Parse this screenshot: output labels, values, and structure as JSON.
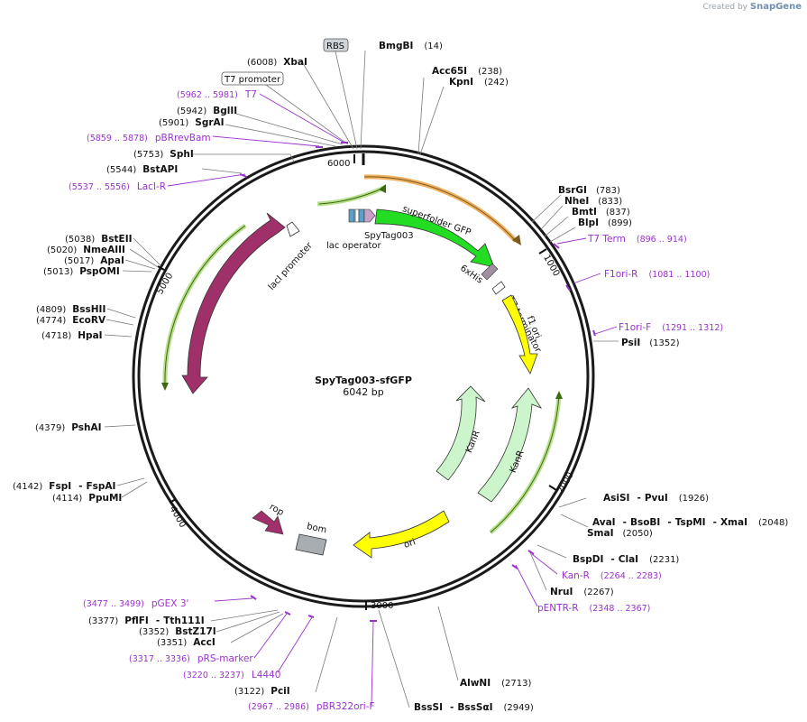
{
  "brand": {
    "created_by": "Created by",
    "app": "SnapGene"
  },
  "plasmid": {
    "name": "SpyTag003-sfGFP",
    "size_label": "6042 bp"
  },
  "ticks": [
    "1000",
    "2000",
    "3000",
    "4000",
    "5000",
    "6000"
  ],
  "boxed_labels": {
    "rbs": "RBS",
    "t7_promoter": "T7 promoter"
  },
  "sites_left": [
    {
      "pos": "(6008)",
      "name": "XbaI"
    },
    {
      "pos": "(5942)",
      "name": "BglII"
    },
    {
      "pos": "(5901)",
      "name": "SgrAI"
    },
    {
      "pos": "(5753)",
      "name": "SphI"
    },
    {
      "pos": "(5544)",
      "name": "BstAPI"
    },
    {
      "pos": "(5038)",
      "name": "BstEII"
    },
    {
      "pos": "(5020)",
      "name": "NmeAIII"
    },
    {
      "pos": "(5017)",
      "name": "ApaI"
    },
    {
      "pos": "(5013)",
      "name": "PspOMI"
    },
    {
      "pos": "(4809)",
      "name": "BssHII"
    },
    {
      "pos": "(4774)",
      "name": "EcoRV"
    },
    {
      "pos": "(4718)",
      "name": "HpaI"
    },
    {
      "pos": "(4379)",
      "name": "PshAI"
    },
    {
      "pos": "(4114)",
      "name": "PpuMI"
    },
    {
      "pos": "(3352)",
      "name": "BstZ17I"
    },
    {
      "pos": "(3351)",
      "name": "AccI"
    },
    {
      "pos": "(3122)",
      "name": "PciI"
    }
  ],
  "fsp_line": {
    "pos": "(4142)",
    "a": "FspI",
    "sep": "-",
    "b": "FspAI"
  },
  "pfl_line": {
    "pos": "(3377)",
    "a": "PflFI",
    "sep": "-",
    "b": "Tth111I"
  },
  "primers_left": [
    {
      "pos": "(5962 .. 5981)",
      "name": "T7"
    },
    {
      "pos": "(5859 .. 5878)",
      "name": "pBRrevBam"
    },
    {
      "pos": "(5537 .. 5556)",
      "name": "LacI-R"
    },
    {
      "pos": "(3477 .. 3499)",
      "name": "pGEX 3'"
    },
    {
      "pos": "(3317 .. 3336)",
      "name": "pRS-marker"
    },
    {
      "pos": "(3220 .. 3237)",
      "name": "L4440"
    },
    {
      "pos": "(2967 .. 2986)",
      "name": "pBR322ori-F"
    }
  ],
  "sites_right": [
    {
      "name": "BmgBI",
      "pos": "(14)"
    },
    {
      "name": "Acc65I",
      "pos": "(238)"
    },
    {
      "name": "KpnI",
      "pos": "(242)"
    },
    {
      "name": "BsrGI",
      "pos": "(783)"
    },
    {
      "name": "NheI",
      "pos": "(833)"
    },
    {
      "name": "BmtI",
      "pos": "(837)"
    },
    {
      "name": "BlpI",
      "pos": "(899)"
    },
    {
      "name": "PsiI",
      "pos": "(1352)"
    },
    {
      "name": "SmaI",
      "pos": "(2050)"
    },
    {
      "name": "NruI",
      "pos": "(2267)"
    },
    {
      "name": "AlwNI",
      "pos": "(2713)"
    }
  ],
  "primers_right": [
    {
      "name": "T7 Term",
      "pos": "(896 .. 914)"
    },
    {
      "name": "F1ori-R",
      "pos": "(1081 .. 1100)"
    },
    {
      "name": "F1ori-F",
      "pos": "(1291 .. 1312)"
    },
    {
      "name": "Kan-R",
      "pos": "(2264 .. 2283)"
    },
    {
      "name": "pENTR-R",
      "pos": "(2348 .. 2367)"
    }
  ],
  "asi_line": {
    "a": "AsiSI",
    "sep": "-",
    "b": "PvuI",
    "pos": "(1926)"
  },
  "ava_line": {
    "a": "AvaI",
    "sep1": "-",
    "b": "BsoBI",
    "sep2": "-",
    "c": "TspMI",
    "sep3": "-",
    "d": "XmaI",
    "pos": "(2048)"
  },
  "bsp_line": {
    "a": "BspDI",
    "sep": "-",
    "b": "ClaI",
    "pos": "(2231)"
  },
  "bss_line": {
    "a": "BssSI",
    "sep": "-",
    "b": "BssSαI",
    "pos": "(2949)"
  },
  "features": {
    "superfolder_gfp": "superfolder GFP",
    "spytag003": "SpyTag003",
    "lac_operator": "lac operator",
    "his": "6xHis",
    "t7_terminator": "T7 terminator",
    "f1_ori": "f1 ori",
    "kanr_inner": "KanR",
    "kanr_outer": "KanR",
    "ori": "ori",
    "bom": "bom",
    "rop": "rop",
    "laci": "lacI",
    "laci_promoter": "lacI promoter"
  },
  "colors": {
    "gfp": "#22dd22",
    "laci": "#a0306a",
    "f1ori": "#ffff00",
    "kanr": "#ccf5cc",
    "primer": "#9a33cc",
    "orange_orf": "#f0b060",
    "green_orf": "#b8e08c"
  }
}
